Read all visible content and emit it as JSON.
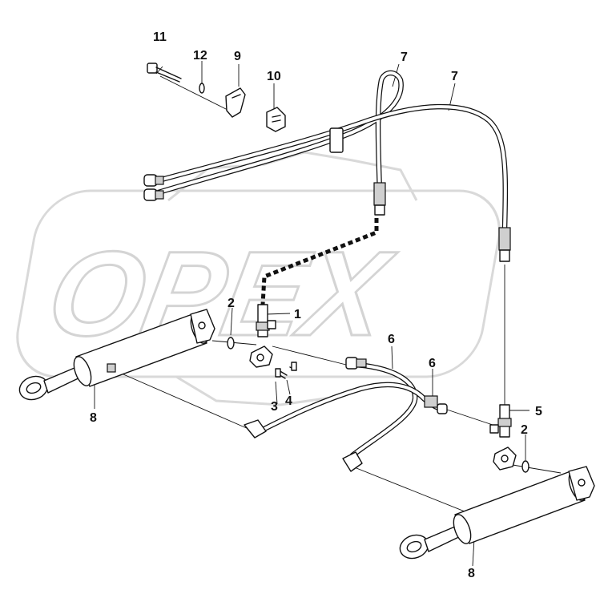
{
  "watermark": {
    "text": "OPEX"
  },
  "callouts": {
    "c1": "1",
    "c2a": "2",
    "c2b": "2",
    "c3": "3",
    "c4": "4",
    "c5": "5",
    "c6a": "6",
    "c6b": "6",
    "c7a": "7",
    "c7b": "7",
    "c8a": "8",
    "c8b": "8",
    "c9": "9",
    "c10": "10",
    "c11": "11",
    "c12": "12"
  },
  "colors": {
    "line": "#111111",
    "watermark": "#d4d4d4",
    "background": "#ffffff"
  }
}
